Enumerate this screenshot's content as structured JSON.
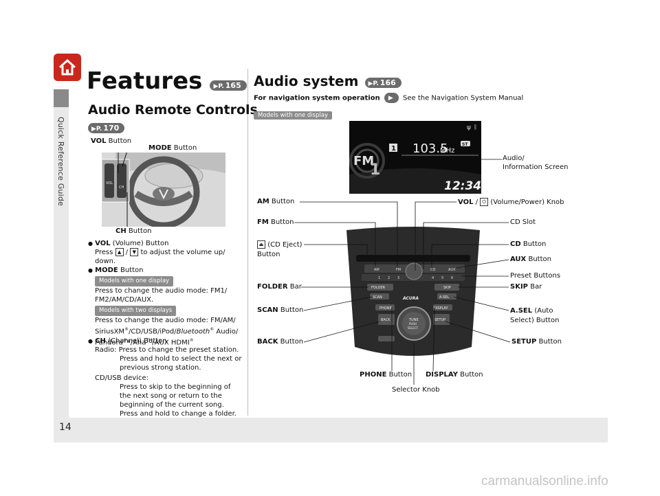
{
  "sidebar": {
    "title": "Quick Reference Guide",
    "home_icon": "home-icon"
  },
  "page_number": "14",
  "left": {
    "title": "Features",
    "title_ref": "165",
    "subtitle": "Audio Remote Controls",
    "subtitle_ref": "170",
    "figure_labels": {
      "vol_bold": "VOL",
      "vol_rest": "Button",
      "mode_bold": "MODE",
      "mode_rest": "Button",
      "ch_bold": "CH",
      "ch_rest": "Button"
    },
    "steering_labels": {
      "vol": "VOL",
      "ch": "CH"
    },
    "vol_item": {
      "bold": "VOL",
      "rest": "(Volume) Button",
      "desc_pre": "Press",
      "desc_mid": "/",
      "desc_post": "to adjust the volume up/",
      "desc_cont": "down."
    },
    "mode_item": {
      "bold": "MODE",
      "rest": "Button",
      "pill1": "Models with one display",
      "desc1_l1": "Press to change the audio mode: FM1/",
      "desc1_l2": "FM2/AM/CD/AUX.",
      "pill2": "Models with two displays",
      "desc2_l1": "Press to change the audio mode: FM/AM/",
      "desc2_l2_a": "SiriusXM",
      "desc2_l2_b": "®",
      "desc2_l2_c": "/CD/USB/iPod/",
      "desc2_l2_d": "Bluetooth",
      "desc2_l2_e": "®",
      "desc2_l2_f": "Audio/",
      "desc2_l3_a": "Pandora",
      "desc2_l3_b": "®",
      "desc2_l3_c": "*/Aha",
      "desc2_l3_d": "TM",
      "desc2_l3_e": "/AUX HDMI",
      "desc2_l3_f": "®"
    },
    "ch_item": {
      "bold": "CH",
      "rest": "(Channel) Button",
      "radio": "Radio:",
      "radio_l1": "Press to change the preset station.",
      "radio_l2": "Press and hold to select the next or",
      "radio_l3": "previous strong station.",
      "cd": "CD/USB device:",
      "cd_l1": "Press to skip to the beginning of",
      "cd_l2": "the next song or return to the",
      "cd_l3": "beginning of the current song.",
      "cd_l4": "Press and hold to change a folder."
    }
  },
  "right": {
    "title": "Audio system",
    "title_ref": "166",
    "nav_note_bold": "For navigation system operation",
    "nav_note_rest": "See the Navigation System Manual",
    "pill": "Models with one display",
    "screen": {
      "preset": "1",
      "frequency": "103.5",
      "unit": "MHz",
      "st": "ST",
      "band": "FM",
      "band_num": "1",
      "clock": "12:34"
    },
    "panel": {
      "folder": "FOLDER",
      "scan": "SCAN",
      "skip": "SKIP",
      "asel": "A.SEL",
      "phone": "PHONE",
      "back": "BACK",
      "display": "DISPLAY",
      "setup": "SETUP",
      "brand": "ACURA",
      "knob_line1": "TUNE",
      "knob_line2": "PUSH",
      "knob_line3": "SELECT",
      "am": "AM",
      "fm": "FM",
      "cd": "CD",
      "aux": "AUX",
      "p1": "1",
      "p2": "2",
      "p3": "3",
      "p4": "4",
      "p5": "5",
      "p6": "6"
    },
    "callouts": {
      "screen_l1": "Audio/",
      "screen_l2": "Information Screen",
      "am_bold": "AM",
      "am_rest": "Button",
      "vol_bold": "VOL",
      "vol_sep": "/",
      "vol_rest": "(Volume/Power) Knob",
      "fm_bold": "FM",
      "fm_rest": "Button",
      "cdslot": "CD Slot",
      "eject_l1": "(CD Eject)",
      "eject_l2": "Button",
      "cd_bold": "CD",
      "cd_rest": "Button",
      "aux_bold": "AUX",
      "aux_rest": "Button",
      "preset": "Preset Buttons",
      "folder_bold": "FOLDER",
      "folder_rest": "Bar",
      "skip_bold": "SKIP",
      "skip_rest": "Bar",
      "scan_bold": "SCAN",
      "scan_rest": "Button",
      "asel_bold": "A.SEL",
      "asel_rest1": "(Auto",
      "asel_rest2": "Select) Button",
      "back_bold": "BACK",
      "back_rest": "Button",
      "setup_bold": "SETUP",
      "setup_rest": "Button",
      "phone_bold": "PHONE",
      "phone_rest": "Button",
      "display_bold": "DISPLAY",
      "display_rest": "Button",
      "selector": "Selector Knob"
    }
  },
  "watermark": "carmanualsonline.info",
  "colors": {
    "home": "#c8281c",
    "pill": "#8c8c8c",
    "ref": "#6b6b6b",
    "rail": "#e9e9e9"
  }
}
